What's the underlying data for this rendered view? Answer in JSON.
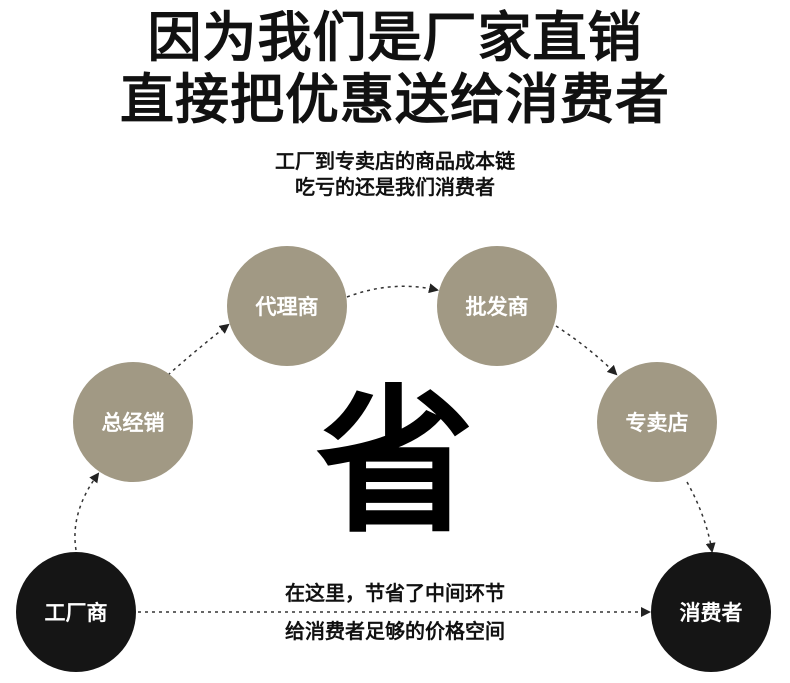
{
  "headline": {
    "line1": "因为我们是厂家直销",
    "line2": "直接把优惠送给消费者"
  },
  "subheadline": {
    "line1": "工厂到专卖店的商品成本链",
    "line2": "吃亏的还是我们消费者"
  },
  "nodes": {
    "factory": "工厂商",
    "general_distributor": "总经销",
    "agent": "代理商",
    "wholesaler": "批发商",
    "store": "专卖店",
    "consumer": "消费者"
  },
  "center_character": "省",
  "saving_text": {
    "line1": "在这里，节省了中间环节",
    "line2": "给消费者足够的价格空间"
  },
  "colors": {
    "mid_node": "#a19984",
    "end_node": "#151515",
    "text": "#111111"
  }
}
